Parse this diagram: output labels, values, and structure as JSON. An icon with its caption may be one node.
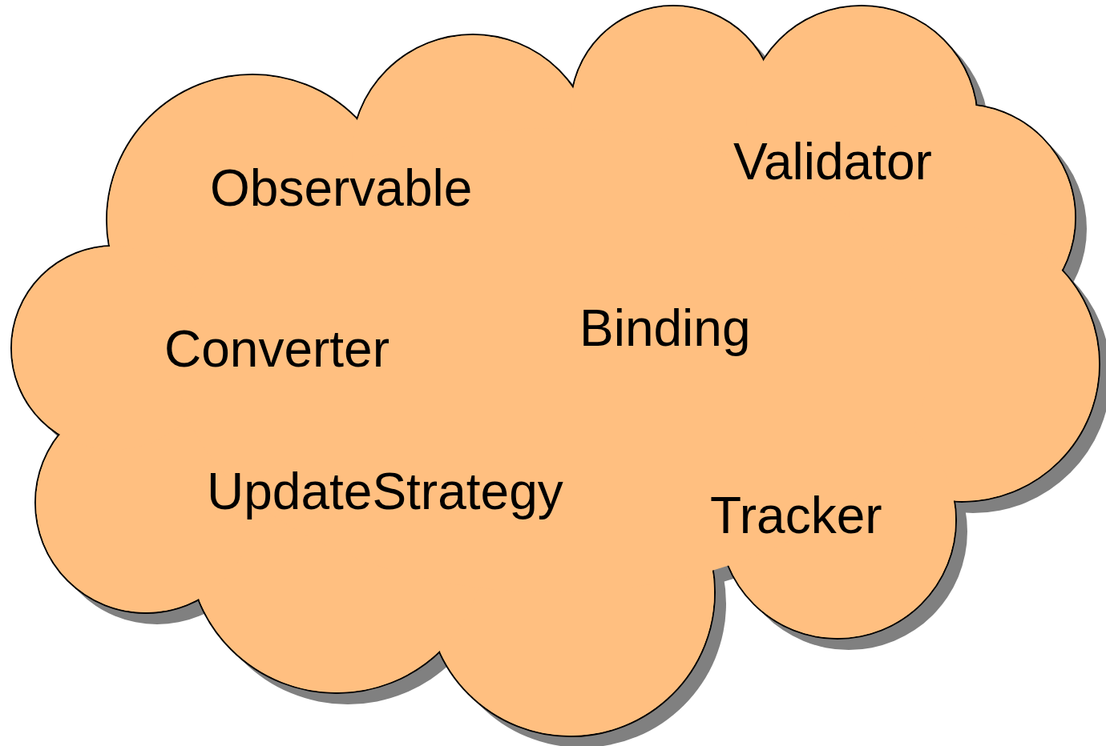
{
  "diagram": {
    "nodes": [
      {
        "text": [
          "Observable",
          "Validator",
          "Converter",
          "Binding",
          "UpdateStrategy",
          "Tracker"
        ]
      }
    ]
  }
}
